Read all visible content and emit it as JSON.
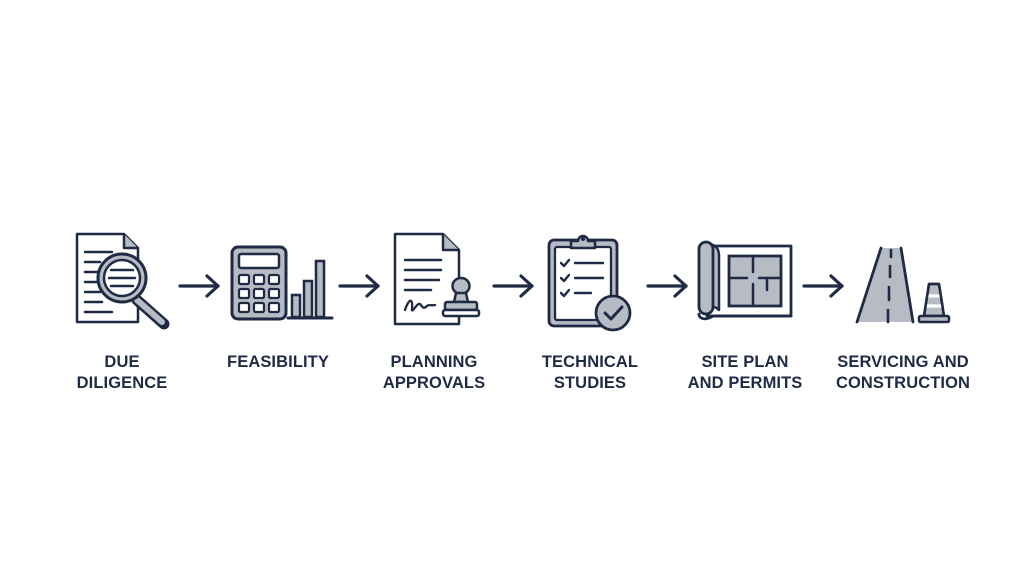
{
  "colors": {
    "ink": "#1f2a44",
    "fill_gray": "#b7bbc4",
    "background": "#ffffff"
  },
  "steps": [
    {
      "icon": "magnifier-document-icon",
      "line1": "DUE",
      "line2": "DILIGENCE"
    },
    {
      "icon": "calculator-chart-icon",
      "line1": "FEASIBILITY",
      "line2": ""
    },
    {
      "icon": "document-stamp-icon",
      "line1": "PLANNING",
      "line2": "APPROVALS"
    },
    {
      "icon": "clipboard-check-icon",
      "line1": "TECHNICAL",
      "line2": "STUDIES"
    },
    {
      "icon": "blueprint-icon",
      "line1": "SITE PLAN",
      "line2": "AND PERMITS"
    },
    {
      "icon": "road-cone-icon",
      "line1": "SERVICING AND",
      "line2": "CONSTRUCTION"
    }
  ]
}
